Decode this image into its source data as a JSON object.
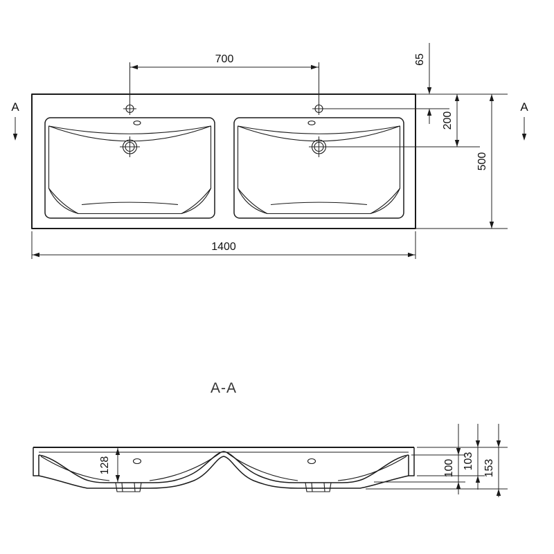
{
  "top_view": {
    "section_marker_left": "A",
    "section_marker_right": "A",
    "dims": {
      "faucet_spacing": "700",
      "faucet_offset_from_edge": "65",
      "drain_offset_from_edge": "200",
      "depth": "500",
      "width": "1400"
    }
  },
  "section_view": {
    "label": "A-A",
    "dims": {
      "bowl_depth": "128",
      "inner_height": "100",
      "rim_height": "103",
      "total_height": "153"
    }
  },
  "colors": {
    "line": "#1a1a1a",
    "background": "#ffffff"
  }
}
